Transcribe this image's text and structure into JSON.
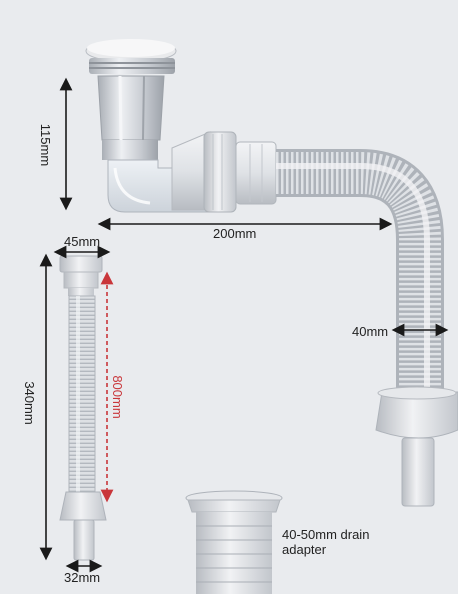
{
  "dimensions": {
    "trap_height": "115mm",
    "horizontal_length": "200mm",
    "hose_diameter": "40mm",
    "top_diameter": "45mm",
    "hose_length": "340mm",
    "extended_length": "800mm",
    "outlet_diameter": "32mm"
  },
  "adapter": {
    "line1": "40-50mm drain",
    "line2": "adapter"
  },
  "colors": {
    "background": "#e9ebee",
    "plastic": "#e4e6e9",
    "plastic_shadow": "#b9bdc3",
    "chrome": "#cfd3d8",
    "dimension_line": "#1a1a1a",
    "extended_dimension": "#c9363a"
  }
}
